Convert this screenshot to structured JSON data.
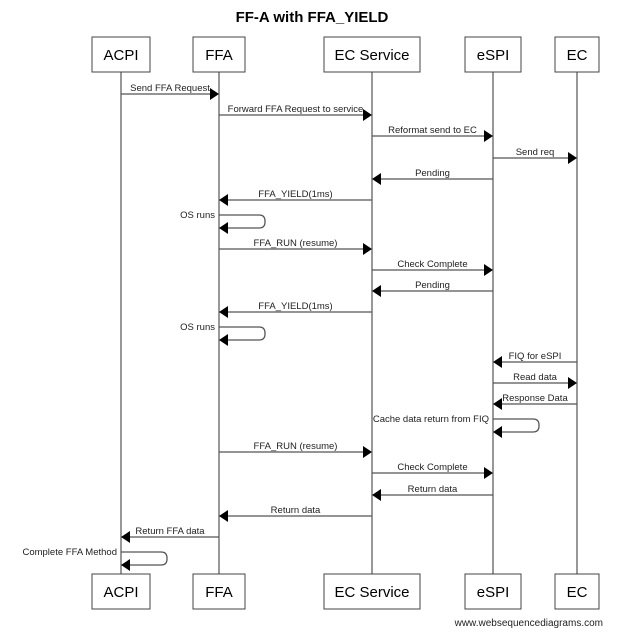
{
  "diagram": {
    "type": "sequence",
    "title": "FF-A with FFA_YIELD",
    "footer": "www.websequencediagrams.com",
    "participants": [
      {
        "id": "acpi",
        "label": "ACPI"
      },
      {
        "id": "ffa",
        "label": "FFA"
      },
      {
        "id": "ecs",
        "label": "EC Service"
      },
      {
        "id": "espi",
        "label": "eSPI"
      },
      {
        "id": "ec",
        "label": "EC"
      }
    ],
    "messages": [
      {
        "from": "acpi",
        "to": "ffa",
        "label": "Send FFA Request"
      },
      {
        "from": "ffa",
        "to": "ecs",
        "label": "Forward FFA Request to service"
      },
      {
        "from": "ecs",
        "to": "espi",
        "label": "Reformat send to EC"
      },
      {
        "from": "espi",
        "to": "ec",
        "label": "Send req"
      },
      {
        "from": "espi",
        "to": "ecs",
        "label": "Pending"
      },
      {
        "from": "ecs",
        "to": "ffa",
        "label": "FFA_YIELD(1ms)"
      },
      {
        "from": "ffa",
        "to": "ffa",
        "label": "OS runs"
      },
      {
        "from": "ffa",
        "to": "ecs",
        "label": "FFA_RUN (resume)"
      },
      {
        "from": "ecs",
        "to": "espi",
        "label": "Check Complete"
      },
      {
        "from": "espi",
        "to": "ecs",
        "label": "Pending"
      },
      {
        "from": "ecs",
        "to": "ffa",
        "label": "FFA_YIELD(1ms)"
      },
      {
        "from": "ffa",
        "to": "ffa",
        "label": "OS runs"
      },
      {
        "from": "ec",
        "to": "espi",
        "label": "FIQ for eSPI"
      },
      {
        "from": "espi",
        "to": "ec",
        "label": "Read data"
      },
      {
        "from": "ec",
        "to": "espi",
        "label": "Response Data"
      },
      {
        "from": "espi",
        "to": "espi",
        "label": "Cache data return from FIQ"
      },
      {
        "from": "ffa",
        "to": "ecs",
        "label": "FFA_RUN (resume)"
      },
      {
        "from": "ecs",
        "to": "espi",
        "label": "Check Complete"
      },
      {
        "from": "espi",
        "to": "ecs",
        "label": "Return data"
      },
      {
        "from": "ecs",
        "to": "ffa",
        "label": "Return data"
      },
      {
        "from": "ffa",
        "to": "acpi",
        "label": "Return FFA data"
      },
      {
        "from": "acpi",
        "to": "acpi",
        "label": "Complete FFA Method"
      }
    ]
  }
}
